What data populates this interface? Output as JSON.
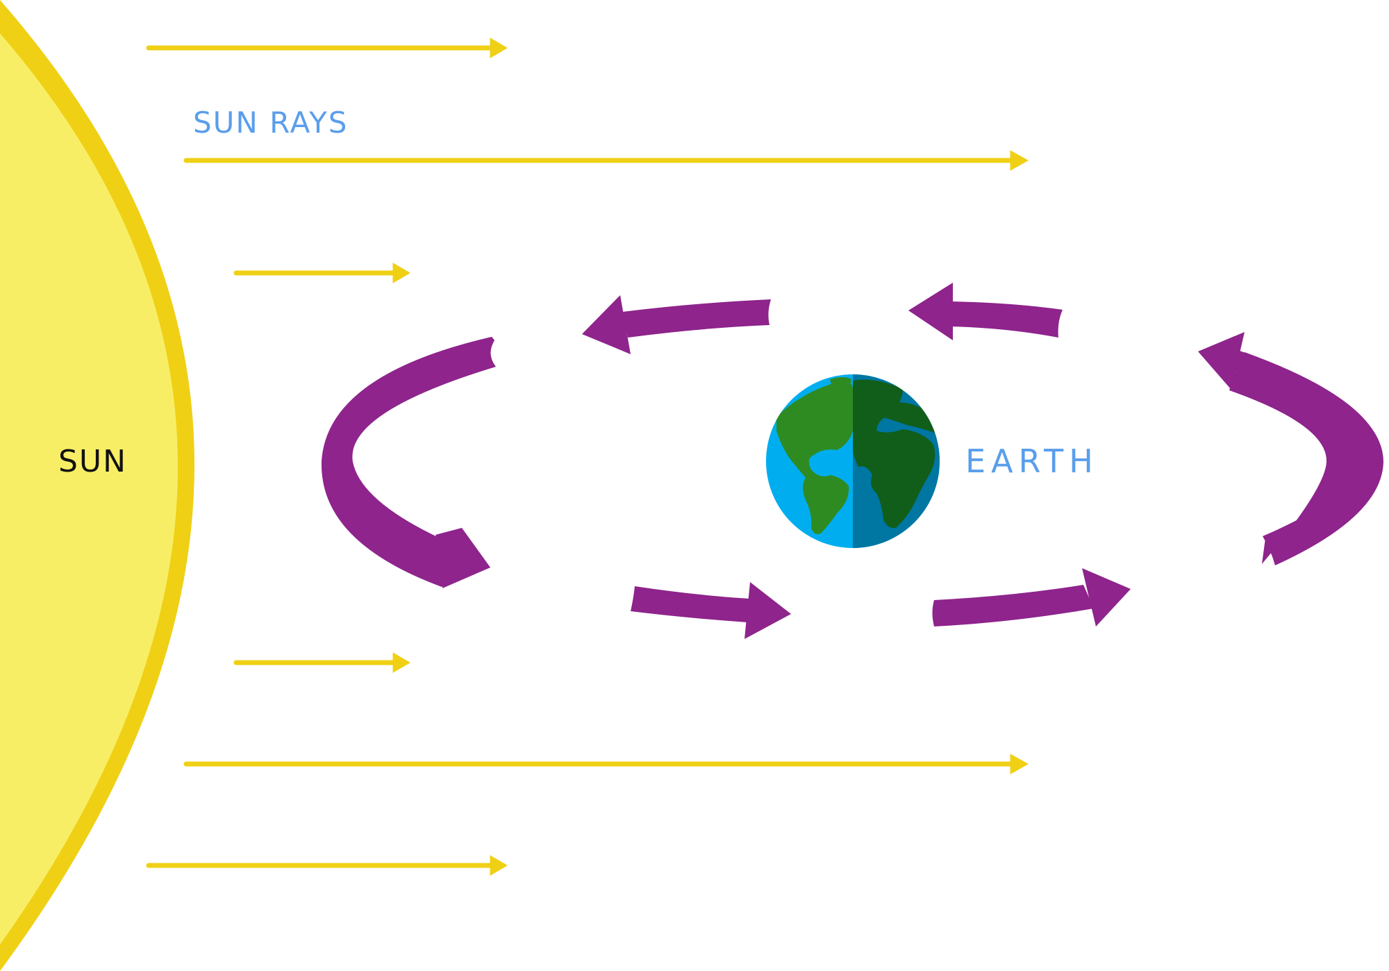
{
  "labels": {
    "sun": "SUN",
    "sun_rays": "SUN RAYS",
    "earth": "EARTH"
  },
  "colors": {
    "sun_fill": "#F8EE66",
    "sun_rim": "#EFD015",
    "ray": "#EFD015",
    "label_blue": "#5A9EEB",
    "orbit_arrow": "#8E248C",
    "ocean_light": "#00AEEF",
    "ocean_dark": "#0076A3",
    "land_light": "#2E8B22",
    "land_dark": "#115E1A"
  },
  "icons": {
    "earth": "globe-icon",
    "ray": "arrow-right-icon",
    "orbit": "curved-arrow-icon"
  }
}
